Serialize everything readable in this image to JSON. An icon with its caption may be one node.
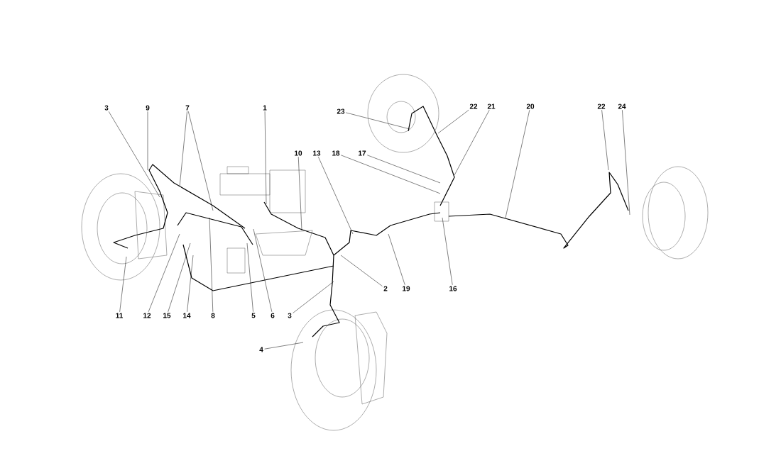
{
  "diagram": {
    "nodes": [
      {
        "text": [
          "3"
        ]
      },
      {
        "text": [
          "9"
        ]
      },
      {
        "text": [
          "7"
        ]
      },
      {
        "text": [
          "1"
        ]
      },
      {
        "text": [
          "10"
        ]
      },
      {
        "text": [
          "13"
        ]
      },
      {
        "text": [
          "18"
        ]
      },
      {
        "text": [
          "17"
        ]
      },
      {
        "text": [
          "23"
        ]
      },
      {
        "text": [
          "22"
        ]
      },
      {
        "text": [
          "21"
        ]
      },
      {
        "text": [
          "20"
        ]
      },
      {
        "text": [
          "22"
        ]
      },
      {
        "text": [
          "24"
        ]
      },
      {
        "text": [
          "11"
        ]
      },
      {
        "text": [
          "12"
        ]
      },
      {
        "text": [
          "15"
        ]
      },
      {
        "text": [
          "14"
        ]
      },
      {
        "text": [
          "8"
        ]
      },
      {
        "text": [
          "5"
        ]
      },
      {
        "text": [
          "6"
        ]
      },
      {
        "text": [
          "3"
        ]
      },
      {
        "text": [
          "2"
        ]
      },
      {
        "text": [
          "19"
        ]
      },
      {
        "text": [
          "16"
        ]
      },
      {
        "text": [
          "4"
        ]
      }
    ],
    "edges": [
      {
        "from": 0,
        "to": null,
        "arrow": "none"
      },
      {
        "from": 1,
        "to": null,
        "arrow": "none"
      },
      {
        "from": 2,
        "to": null,
        "arrow": "none"
      },
      {
        "from": 2,
        "to": null,
        "arrow": "none"
      },
      {
        "from": 3,
        "to": null,
        "arrow": "none"
      },
      {
        "from": 4,
        "to": null,
        "arrow": "none"
      },
      {
        "from": 5,
        "to": null,
        "arrow": "none"
      },
      {
        "from": 6,
        "to": null,
        "arrow": "none"
      },
      {
        "from": 7,
        "to": null,
        "arrow": "none"
      },
      {
        "from": 8,
        "to": null,
        "arrow": "none"
      },
      {
        "from": 9,
        "to": null,
        "arrow": "none"
      },
      {
        "from": 10,
        "to": null,
        "arrow": "none"
      },
      {
        "from": 11,
        "to": null,
        "arrow": "none"
      },
      {
        "from": 12,
        "to": null,
        "arrow": "none"
      },
      {
        "from": 13,
        "to": null,
        "arrow": "none"
      },
      {
        "from": 14,
        "to": null,
        "arrow": "none"
      },
      {
        "from": 15,
        "to": null,
        "arrow": "none"
      },
      {
        "from": 16,
        "to": null,
        "arrow": "none"
      },
      {
        "from": 17,
        "to": null,
        "arrow": "none"
      },
      {
        "from": 18,
        "to": null,
        "arrow": "none"
      },
      {
        "from": 19,
        "to": null,
        "arrow": "none"
      },
      {
        "from": 20,
        "to": null,
        "arrow": "none"
      },
      {
        "from": 21,
        "to": null,
        "arrow": "none"
      },
      {
        "from": 22,
        "to": null,
        "arrow": "none"
      },
      {
        "from": 23,
        "to": null,
        "arrow": "none"
      },
      {
        "from": 24,
        "to": null,
        "arrow": "none"
      },
      {
        "from": 25,
        "to": null,
        "arrow": "none"
      }
    ]
  }
}
